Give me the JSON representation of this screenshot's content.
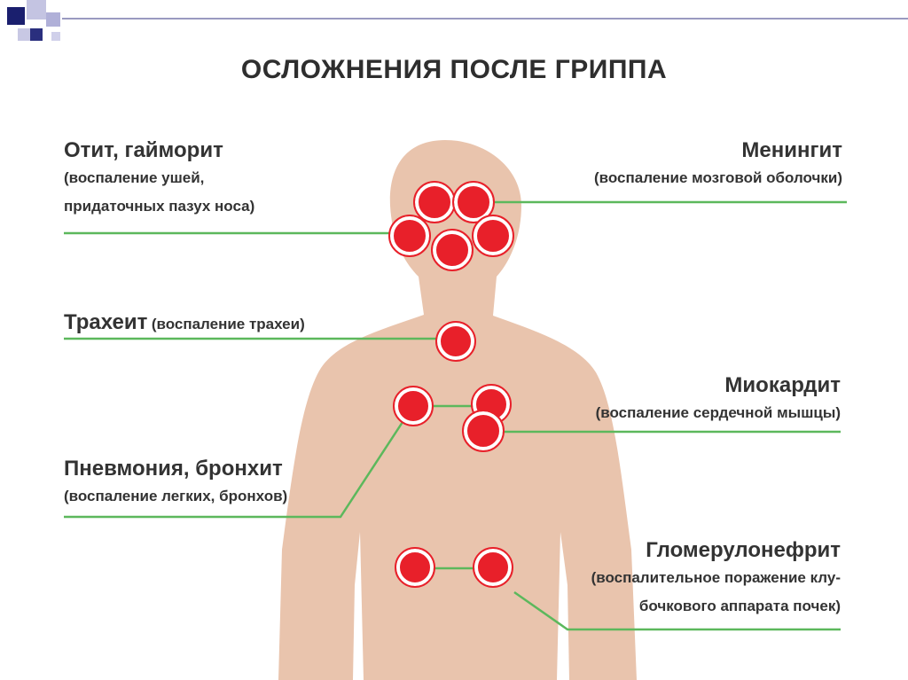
{
  "title": "ОСЛОЖНЕНИЯ ПОСЛЕ ГРИППА",
  "colors": {
    "body_skin": "#e9c4ad",
    "spot_red": "#e8202a",
    "leader_line": "#5cb85c",
    "text": "#333333",
    "deco_navy": "#1a1f6e",
    "deco_lavender": "#b9b9dc"
  },
  "labels": {
    "otitis": {
      "heading": "Отит, гайморит",
      "line1": "(воспаление ушей,",
      "line2": "придаточных пазух носа)"
    },
    "meningitis": {
      "heading": "Менингит",
      "line1": "(воспаление мозговой оболочки)"
    },
    "tracheitis": {
      "heading": "Трахеит",
      "line1": "(воспаление трахеи)"
    },
    "myocarditis": {
      "heading": "Миокардит",
      "line1": "(воспаление сердечной мышцы)"
    },
    "pneumonia": {
      "heading": "Пневмония, бронхит",
      "line1": "(воспаление легких, бронхов)"
    },
    "glomerulonephritis": {
      "heading": "Гломерулонефрит",
      "line1": "(воспалительное поражение клу-",
      "line2": "бочкового аппарата почек)"
    }
  }
}
